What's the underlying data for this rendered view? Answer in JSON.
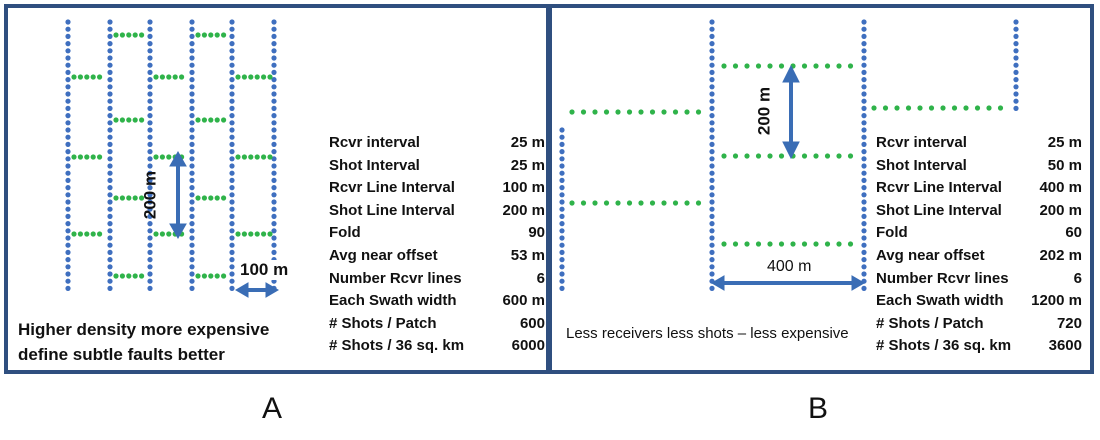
{
  "panel_a": {
    "caption": "A",
    "note_line1": "Higher density more expensive",
    "note_line2": "define subtle faults better",
    "arrow_vertical_label": "200 m",
    "arrow_horizontal_label": "100 m",
    "rows": [
      {
        "label": "Rcvr interval",
        "value": "25 m"
      },
      {
        "label": "Shot Interval",
        "value": "25 m"
      },
      {
        "label": "Rcvr Line Interval",
        "value": "100 m"
      },
      {
        "label": "Shot Line Interval",
        "value": "200 m"
      },
      {
        "label": "Fold",
        "value": "90"
      },
      {
        "label": "Avg near offset",
        "value": "53 m"
      },
      {
        "label": "Number Rcvr lines",
        "value": "6"
      },
      {
        "label": "Each Swath width",
        "value": "600 m"
      },
      {
        "label": "# Shots / Patch",
        "value": "600"
      },
      {
        "label": "# Shots / 36 sq. km",
        "value": "6000"
      }
    ]
  },
  "panel_b": {
    "caption": "B",
    "note": "Less receivers less shots – less expensive",
    "arrow_vertical_label": "200 m",
    "arrow_horizontal_label": "400 m",
    "rows": [
      {
        "label": "Rcvr interval",
        "value": "25 m"
      },
      {
        "label": "Shot Interval",
        "value": "50 m"
      },
      {
        "label": "Rcvr Line Interval",
        "value": "400 m"
      },
      {
        "label": "Shot Line Interval",
        "value": "200 m"
      },
      {
        "label": "Fold",
        "value": "60"
      },
      {
        "label": "Avg near offset",
        "value": "202 m"
      },
      {
        "label": "Number Rcvr lines",
        "value": "6"
      },
      {
        "label": "Each Swath width",
        "value": "1200 m"
      },
      {
        "label": "# Shots / Patch",
        "value": "720"
      },
      {
        "label": "# Shots / 36 sq. km",
        "value": "3600"
      }
    ]
  },
  "colors": {
    "receiver_dot": "#3f6fbf",
    "shot_dot": "#2fb34a",
    "frame": "#2f4f7f",
    "arrow": "#3a6db5"
  }
}
